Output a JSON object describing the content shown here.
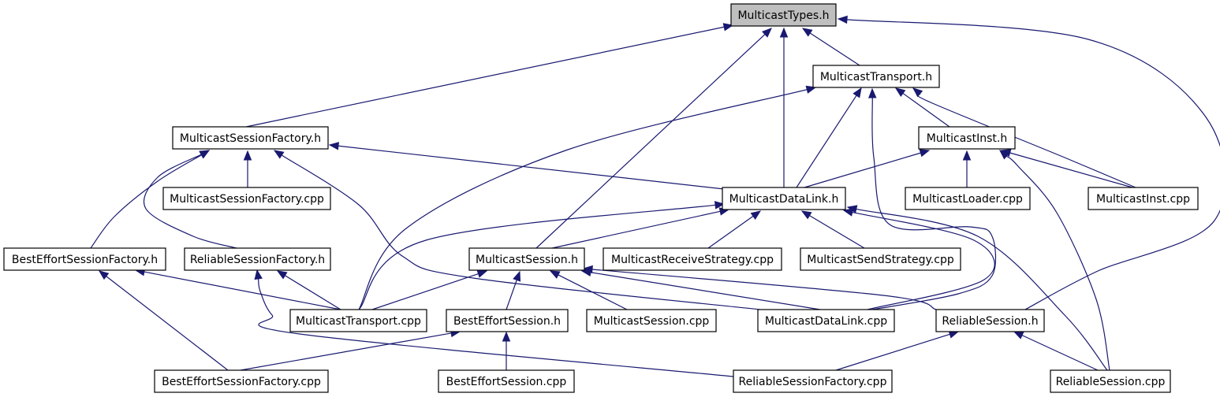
{
  "graph": {
    "nodes": [
      {
        "id": "n0",
        "label": "MulticastTypes.h",
        "root": true
      },
      {
        "id": "n1",
        "label": "MulticastTransport.h"
      },
      {
        "id": "n2",
        "label": "MulticastSessionFactory.h"
      },
      {
        "id": "n3",
        "label": "MulticastInst.h"
      },
      {
        "id": "n4",
        "label": "MulticastSessionFactory.cpp"
      },
      {
        "id": "n5",
        "label": "MulticastDataLink.h"
      },
      {
        "id": "n6",
        "label": "MulticastLoader.cpp"
      },
      {
        "id": "n7",
        "label": "MulticastInst.cpp"
      },
      {
        "id": "n8",
        "label": "BestEffortSessionFactory.h"
      },
      {
        "id": "n9",
        "label": "ReliableSessionFactory.h"
      },
      {
        "id": "n10",
        "label": "MulticastSession.h"
      },
      {
        "id": "n11",
        "label": "MulticastReceiveStrategy.cpp"
      },
      {
        "id": "n12",
        "label": "MulticastSendStrategy.cpp"
      },
      {
        "id": "n13",
        "label": "MulticastTransport.cpp"
      },
      {
        "id": "n14",
        "label": "BestEffortSession.h"
      },
      {
        "id": "n15",
        "label": "MulticastSession.cpp"
      },
      {
        "id": "n16",
        "label": "MulticastDataLink.cpp"
      },
      {
        "id": "n17",
        "label": "ReliableSession.h"
      },
      {
        "id": "n18",
        "label": "BestEffortSessionFactory.cpp"
      },
      {
        "id": "n19",
        "label": "BestEffortSession.cpp"
      },
      {
        "id": "n20",
        "label": "ReliableSessionFactory.cpp"
      },
      {
        "id": "n21",
        "label": "ReliableSession.cpp"
      }
    ],
    "edges": [
      {
        "from": "n1",
        "to": "n0"
      },
      {
        "from": "n2",
        "to": "n0"
      },
      {
        "from": "n5",
        "to": "n0"
      },
      {
        "from": "n10",
        "to": "n0"
      },
      {
        "from": "n17",
        "to": "n0"
      },
      {
        "from": "n3",
        "to": "n1"
      },
      {
        "from": "n5",
        "to": "n1"
      },
      {
        "from": "n7",
        "to": "n1"
      },
      {
        "from": "n13",
        "to": "n1"
      },
      {
        "from": "n16",
        "to": "n1"
      },
      {
        "from": "n5",
        "to": "n2"
      },
      {
        "from": "n4",
        "to": "n2"
      },
      {
        "from": "n8",
        "to": "n2"
      },
      {
        "from": "n9",
        "to": "n2"
      },
      {
        "from": "n13",
        "to": "n2"
      },
      {
        "from": "n5",
        "to": "n3"
      },
      {
        "from": "n6",
        "to": "n3"
      },
      {
        "from": "n7",
        "to": "n3"
      },
      {
        "from": "n21",
        "to": "n3"
      },
      {
        "from": "n10",
        "to": "n5"
      },
      {
        "from": "n11",
        "to": "n5"
      },
      {
        "from": "n12",
        "to": "n5"
      },
      {
        "from": "n13",
        "to": "n5"
      },
      {
        "from": "n16",
        "to": "n5"
      },
      {
        "from": "n21",
        "to": "n5"
      },
      {
        "from": "n13",
        "to": "n8"
      },
      {
        "from": "n18",
        "to": "n8"
      },
      {
        "from": "n13",
        "to": "n9"
      },
      {
        "from": "n20",
        "to": "n9"
      },
      {
        "from": "n13",
        "to": "n10"
      },
      {
        "from": "n14",
        "to": "n10"
      },
      {
        "from": "n15",
        "to": "n10"
      },
      {
        "from": "n16",
        "to": "n10"
      },
      {
        "from": "n17",
        "to": "n10"
      },
      {
        "from": "n18",
        "to": "n14"
      },
      {
        "from": "n19",
        "to": "n14"
      },
      {
        "from": "n20",
        "to": "n17"
      },
      {
        "from": "n21",
        "to": "n17"
      }
    ]
  }
}
